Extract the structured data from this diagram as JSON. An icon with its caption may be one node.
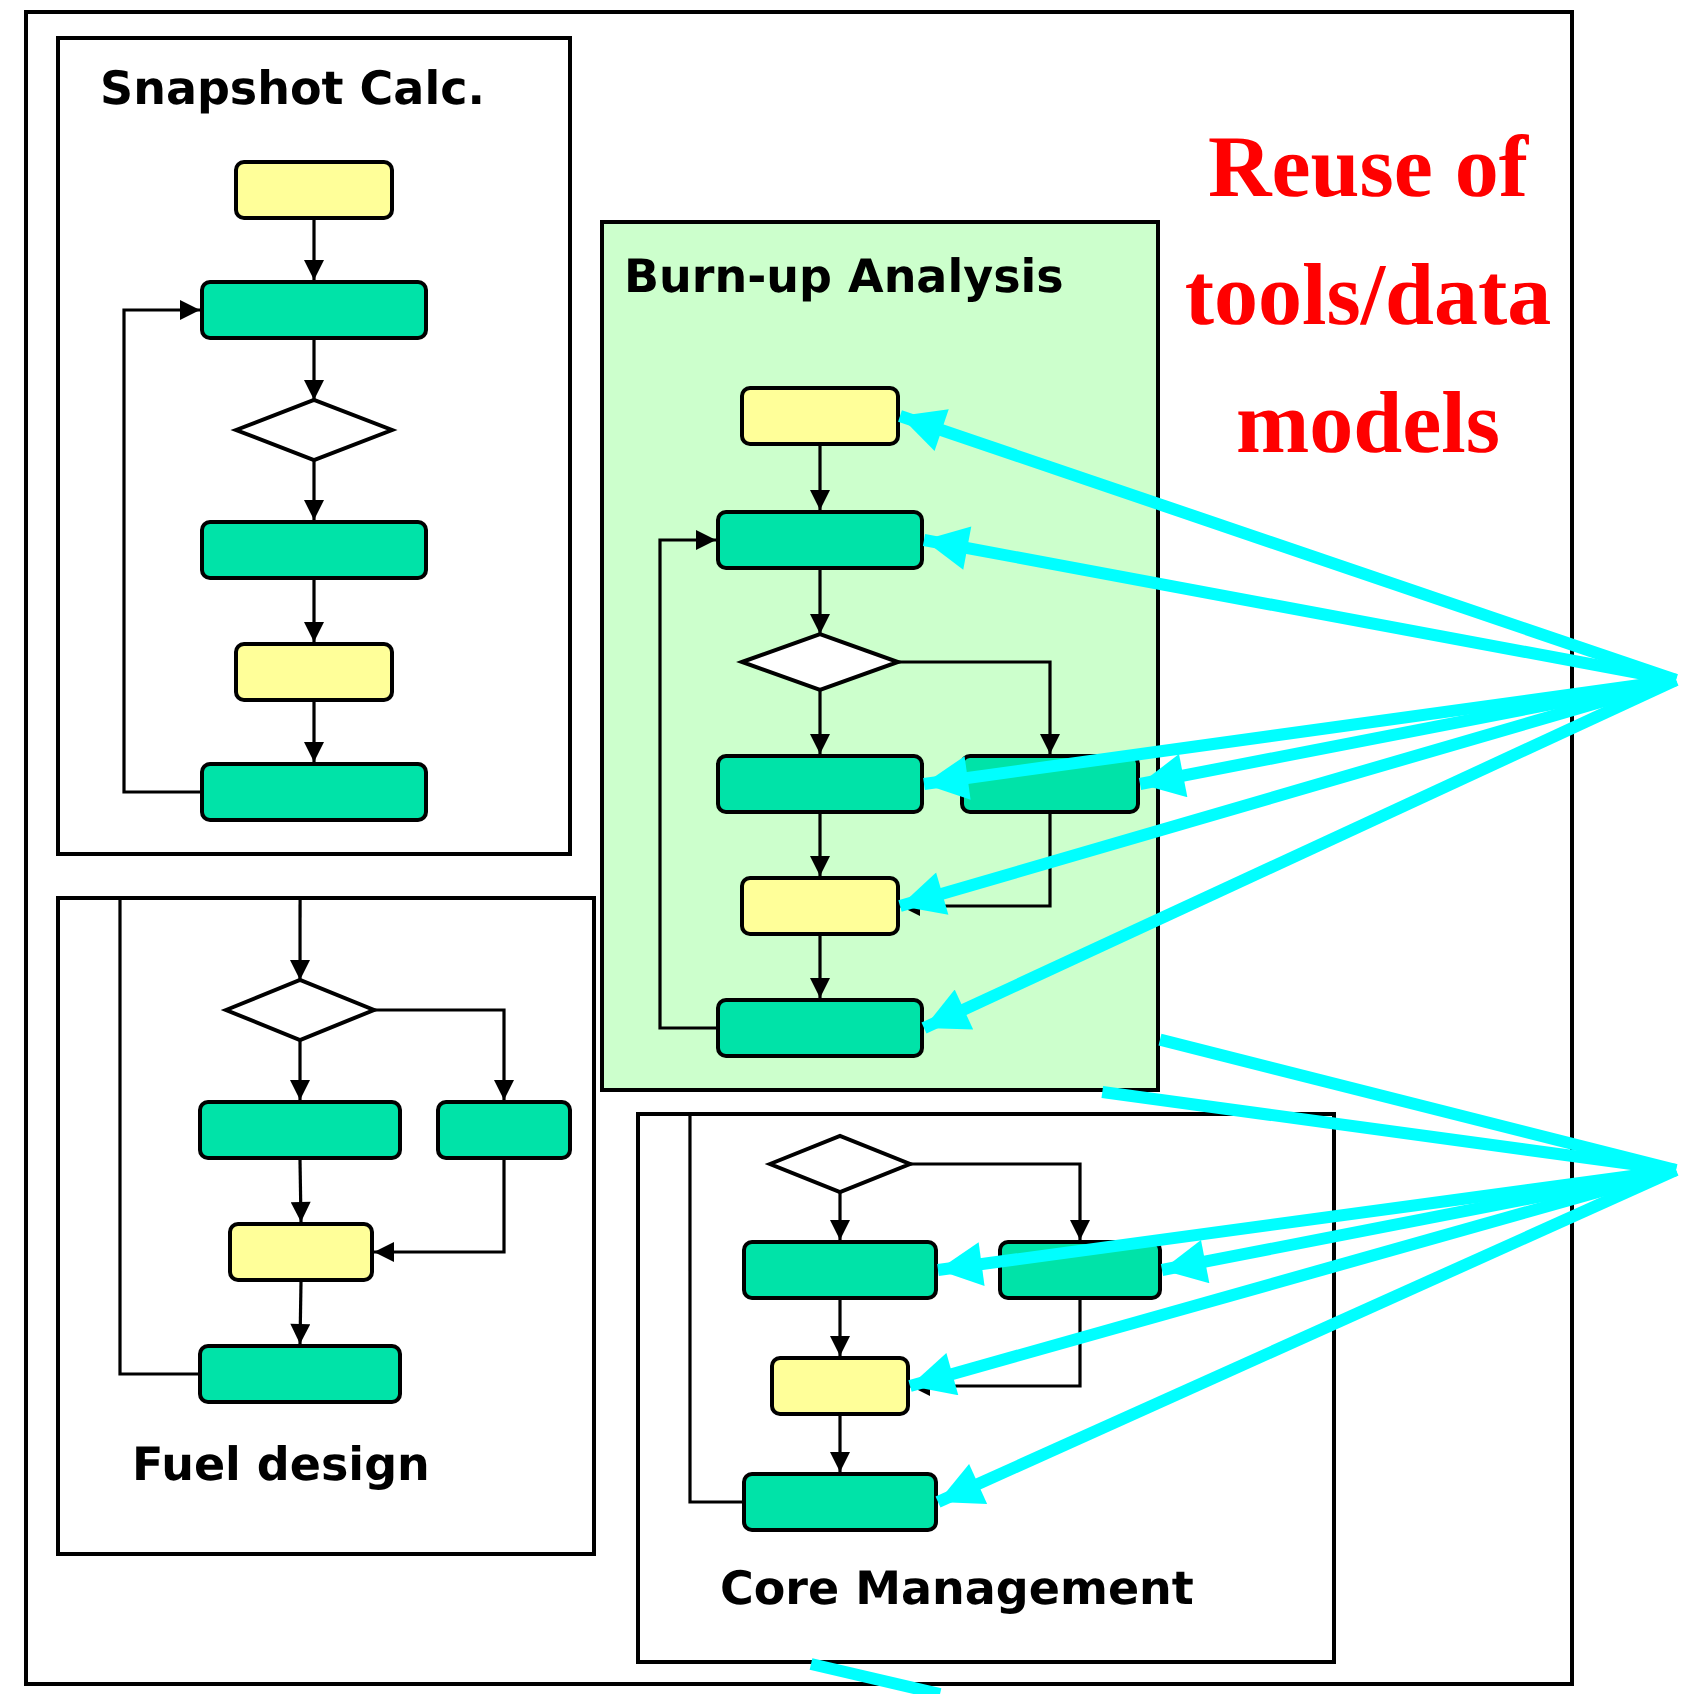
{
  "diagram": {
    "nodes": [
      {
        "text": [
          "Snapshot Calc."
        ]
      },
      {
        "text": [],
        "shape": "box",
        "in": 0
      },
      {
        "text": [],
        "shape": "box",
        "in": 0
      },
      {
        "text": [],
        "shape": "diamond",
        "in": 0
      },
      {
        "text": [],
        "shape": "box",
        "in": 0
      },
      {
        "text": [],
        "shape": "box",
        "in": 0
      },
      {
        "text": [],
        "shape": "box",
        "in": 0
      },
      {
        "text": [
          "Fuel design"
        ]
      },
      {
        "text": [],
        "shape": "diamond",
        "in": 7
      },
      {
        "text": [],
        "shape": "box",
        "in": 7
      },
      {
        "text": [],
        "shape": "box",
        "in": 7
      },
      {
        "text": [],
        "shape": "box",
        "in": 7
      },
      {
        "text": [],
        "shape": "box",
        "in": 7
      },
      {
        "text": [
          "Core Management"
        ]
      },
      {
        "text": [],
        "shape": "diamond",
        "in": 13
      },
      {
        "text": [],
        "shape": "box",
        "in": 13
      },
      {
        "text": [],
        "shape": "box",
        "in": 13
      },
      {
        "text": [],
        "shape": "box",
        "in": 13
      },
      {
        "text": [],
        "shape": "box",
        "in": 13
      },
      {
        "text": [
          "Burn-up Analysis"
        ]
      },
      {
        "text": [],
        "shape": "box",
        "in": 19
      },
      {
        "text": [],
        "shape": "box",
        "in": 19
      },
      {
        "text": [],
        "shape": "diamond",
        "in": 19
      },
      {
        "text": [],
        "shape": "box",
        "in": 19
      },
      {
        "text": [],
        "shape": "box",
        "in": 19
      },
      {
        "text": [],
        "shape": "box",
        "in": 19
      },
      {
        "text": [],
        "shape": "box",
        "in": 19
      }
    ],
    "edges": [
      {
        "from": 1,
        "to": 2,
        "arrow": "to"
      },
      {
        "from": 2,
        "to": 3,
        "arrow": "to"
      },
      {
        "from": 3,
        "to": 4,
        "arrow": "to"
      },
      {
        "from": 4,
        "to": 5,
        "arrow": "to"
      },
      {
        "from": 5,
        "to": 6,
        "arrow": "to"
      },
      {
        "from": 6,
        "to": 2,
        "arrow": "to"
      },
      {
        "from": 7,
        "to": 8,
        "arrow": "to"
      },
      {
        "from": 8,
        "to": 9,
        "arrow": "to"
      },
      {
        "from": 8,
        "to": 10,
        "arrow": "to"
      },
      {
        "from": 9,
        "to": 11,
        "arrow": "to"
      },
      {
        "from": 10,
        "to": 11,
        "arrow": "to"
      },
      {
        "from": 11,
        "to": 12,
        "arrow": "to"
      },
      {
        "from": 12,
        "to": 7,
        "arrow": "none"
      },
      {
        "from": 14,
        "to": 15,
        "arrow": "to"
      },
      {
        "from": 14,
        "to": 16,
        "arrow": "to"
      },
      {
        "from": 15,
        "to": 17,
        "arrow": "to"
      },
      {
        "from": 16,
        "to": 17,
        "arrow": "to"
      },
      {
        "from": 17,
        "to": 18,
        "arrow": "to"
      },
      {
        "from": 18,
        "to": 13,
        "arrow": "none"
      },
      {
        "from": 20,
        "to": 21,
        "arrow": "to"
      },
      {
        "from": 21,
        "to": 22,
        "arrow": "to"
      },
      {
        "from": 22,
        "to": 23,
        "arrow": "to"
      },
      {
        "from": 22,
        "to": 24,
        "arrow": "to"
      },
      {
        "from": 23,
        "to": 25,
        "arrow": "to"
      },
      {
        "from": 24,
        "to": 25,
        "arrow": "to"
      },
      {
        "from": 25,
        "to": 26,
        "arrow": "to"
      },
      {
        "from": 26,
        "to": 21,
        "arrow": "to"
      },
      {
        "from": null,
        "to": 20,
        "arrow": "to",
        "style": "thick",
        "color": "#00ffff"
      },
      {
        "from": null,
        "to": 21,
        "arrow": "to",
        "style": "thick",
        "color": "#00ffff"
      },
      {
        "from": null,
        "to": 23,
        "arrow": "to",
        "style": "thick",
        "color": "#00ffff"
      },
      {
        "from": null,
        "to": 24,
        "arrow": "to",
        "style": "thick",
        "color": "#00ffff"
      },
      {
        "from": null,
        "to": 25,
        "arrow": "to",
        "style": "thick",
        "color": "#00ffff"
      },
      {
        "from": null,
        "to": 26,
        "arrow": "to",
        "style": "thick",
        "color": "#00ffff"
      },
      {
        "from": null,
        "to": 15,
        "arrow": "to",
        "style": "thick",
        "color": "#00ffff"
      },
      {
        "from": null,
        "to": 16,
        "arrow": "to",
        "style": "thick",
        "color": "#00ffff"
      },
      {
        "from": null,
        "to": 17,
        "arrow": "to",
        "style": "thick",
        "color": "#00ffff"
      },
      {
        "from": null,
        "to": 18,
        "arrow": "to",
        "style": "thick",
        "color": "#00ffff"
      },
      {
        "from": null,
        "to": 19,
        "arrow": "none",
        "style": "thick",
        "color": "#00ffff"
      },
      {
        "from": null,
        "to": 19,
        "arrow": "none",
        "style": "thick",
        "color": "#00ffff"
      },
      {
        "from": 13,
        "to": null,
        "arrow": "none",
        "style": "thick",
        "color": "#00ffff"
      }
    ],
    "labels": [
      "Reuse of tools/data models"
    ]
  }
}
